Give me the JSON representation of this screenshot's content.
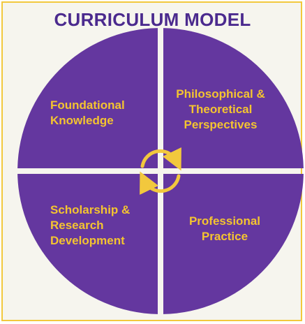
{
  "title": "CURRICULUM MODEL",
  "quadrants": {
    "top_left": "Foundational Knowledge",
    "top_right": "Philosophical & Theoretical Perspectives",
    "bottom_left": "Scholarship & Research Development",
    "bottom_right": "Professional Practice"
  },
  "colors": {
    "quadrant_fill": "#64379f",
    "label_text": "#f4c430",
    "title_text": "#4b2a8e",
    "frame_border": "#f2c83d",
    "cycle_arrows": "#f2c83d"
  }
}
